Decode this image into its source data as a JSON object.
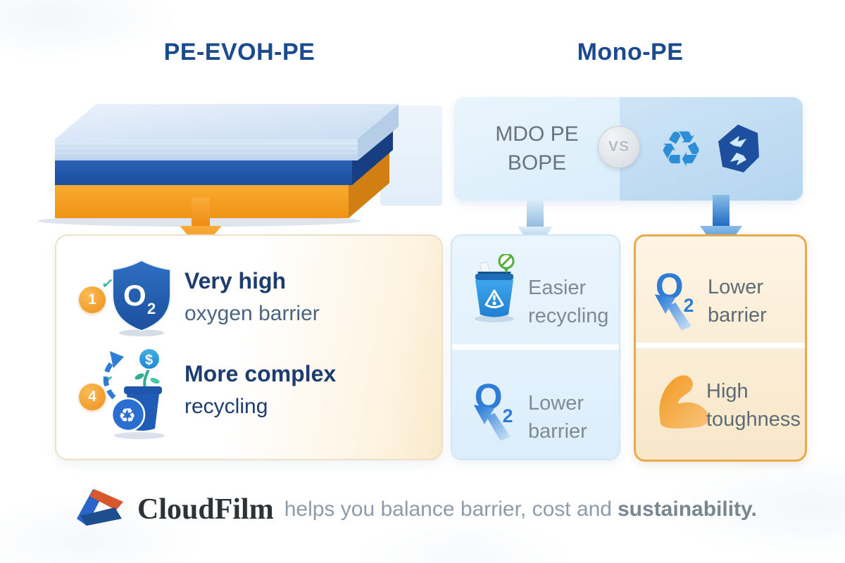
{
  "header": {
    "left_title": "PE-EVOH-PE",
    "right_title": "Mono-PE"
  },
  "film": {
    "layers": [
      {
        "name": "pe-top-layer",
        "color": "#cfe0f4"
      },
      {
        "name": "evoh-core-layer",
        "color": "#1d54a7"
      },
      {
        "name": "pe-bottom-layer",
        "color": "#f5a125"
      }
    ]
  },
  "mono_panel": {
    "line1": "MDO PE",
    "line2": "BOPE",
    "vs": "VS"
  },
  "pe_panel": {
    "items": [
      {
        "badge": "1",
        "title": "Very high",
        "subtitle": "oxygen barrier"
      },
      {
        "badge": "4",
        "title": "More complex",
        "subtitle": "recycling"
      }
    ]
  },
  "mono_columns": {
    "recycling_column": [
      {
        "line1": "Easier",
        "line2": "recycling"
      },
      {
        "line1": "Lower",
        "line2": "barrier"
      }
    ],
    "toughness_column": [
      {
        "line1": "Lower",
        "line2": "barrier"
      },
      {
        "line1": "High",
        "line2": "toughness"
      }
    ]
  },
  "footer": {
    "brand": "CloudFilm",
    "tagline": "helps you balance barrier, cost and",
    "tagline_bold": "sustainability."
  },
  "icons": {
    "recycle_symbol": "♻",
    "check_mark": "✓",
    "o2_main": "O",
    "o2_sub": "2",
    "coin_symbol": "$"
  },
  "colors": {
    "accent_blue": "#1d4f9e",
    "accent_orange": "#f0951f",
    "panel_blue": "#ddeefb",
    "panel_cream": "#fbf0da",
    "navy_text": "#1d3c70",
    "gray_text": "#7e8a96"
  }
}
